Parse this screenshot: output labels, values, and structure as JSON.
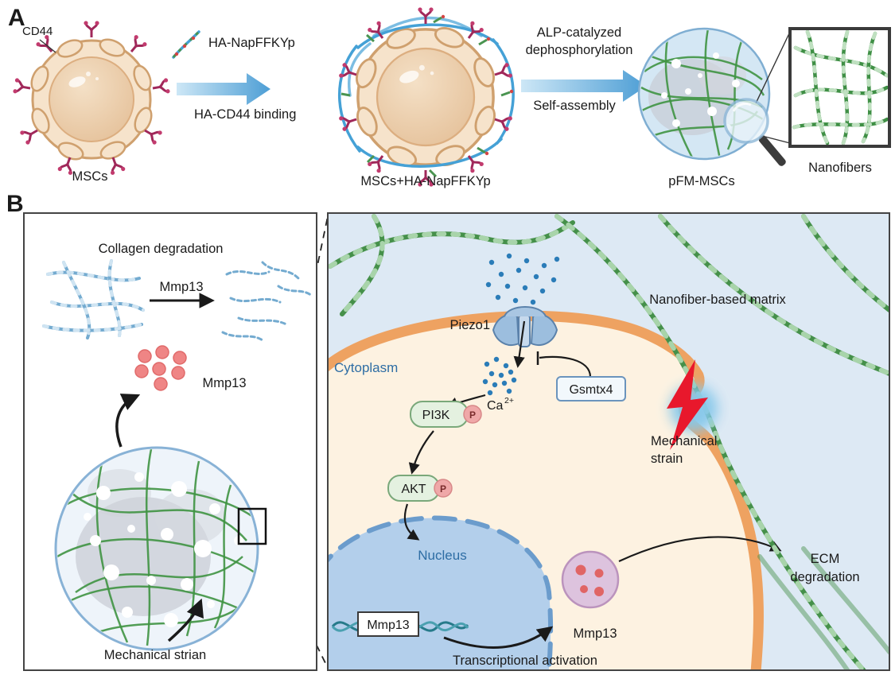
{
  "figure": {
    "panel_a": {
      "label": "A",
      "cd44": "CD44",
      "mscs": "MSCs",
      "ha_napffkyp": "HA-NapFFKYp",
      "ha_cd44_binding": "HA-CD44 binding",
      "mscs_ha": "MSCs+HA-NapFFKYp",
      "alp_line1": "ALP-catalyzed",
      "alp_line2": "dephosphorylation",
      "self_assembly": "Self-assembly",
      "pfm_mscs": "pFM-MSCs",
      "nanofibers": "Nanofibers"
    },
    "panel_b": {
      "label": "B",
      "left": {
        "title": "Collagen degradation",
        "mmp13_enzyme": "Mmp13",
        "mmp13_dots": "Mmp13",
        "mechanical_strian": "Mechanical strian"
      },
      "right": {
        "matrix": "Nanofiber-based matrix",
        "piezo1": "Piezo1",
        "cytoplasm": "Cytoplasm",
        "ca_base": "Ca",
        "ca_sup": "2+",
        "gsmtx4": "Gsmtx4",
        "pi3k": "PI3K",
        "pi3k_p": "P",
        "akt": "AKT",
        "akt_p": "P",
        "nucleus": "Nucleus",
        "mmp13_gene": "Mmp13",
        "transcriptional_activation": "Transcriptional activation",
        "mmp13_secreted": "Mmp13",
        "mechanical_line1": "Mechanical",
        "mechanical_line2": "strain",
        "ecm_line1": "ECM",
        "ecm_line2": "degradation"
      }
    },
    "colors": {
      "fiber_green": "#45904a",
      "arrow_blue": "#4d9ed5",
      "membrane_orange": "#eea261",
      "receptor_maroon": "#a0285a",
      "mmp13_red": "#ef8585",
      "nucleus_blue": "#b3cfeb",
      "label_blue": "#2e6da4",
      "lightning_red": "#e8182c"
    }
  }
}
